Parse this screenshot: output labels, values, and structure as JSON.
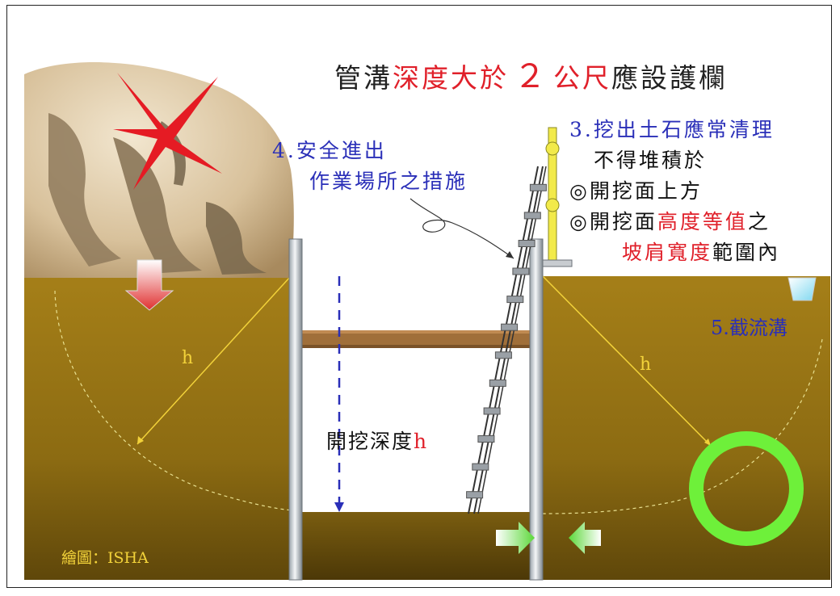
{
  "title": {
    "part1": "管溝",
    "part2": "深度大於",
    "part3": "２",
    "part4": "公尺",
    "part5": "應設護欄"
  },
  "note4": {
    "line1": "4.安全進出",
    "line2": "作業場所之措施"
  },
  "note3": {
    "line1": "3.挖出土石應常清理",
    "line2": "不得堆積於",
    "line3": "◎開挖面上方",
    "line4a": "◎開挖面",
    "line4b": "高度等值",
    "line4c": "之",
    "line5a": "坡肩寬度",
    "line5b": "範圍內"
  },
  "note5": "5.截流溝",
  "depth_label": {
    "text": "開挖深度",
    "var": "h"
  },
  "h_left": "h",
  "h_right": "h",
  "credit": "繪圖：ISHA",
  "colors": {
    "soil": "#8a6a12",
    "soil_dark": "#5b4508",
    "red": "#e0202a",
    "blue": "#2a2fb8",
    "yellow": "#f0e34a",
    "green": "#6ef03a",
    "plank": "#a0703c"
  }
}
